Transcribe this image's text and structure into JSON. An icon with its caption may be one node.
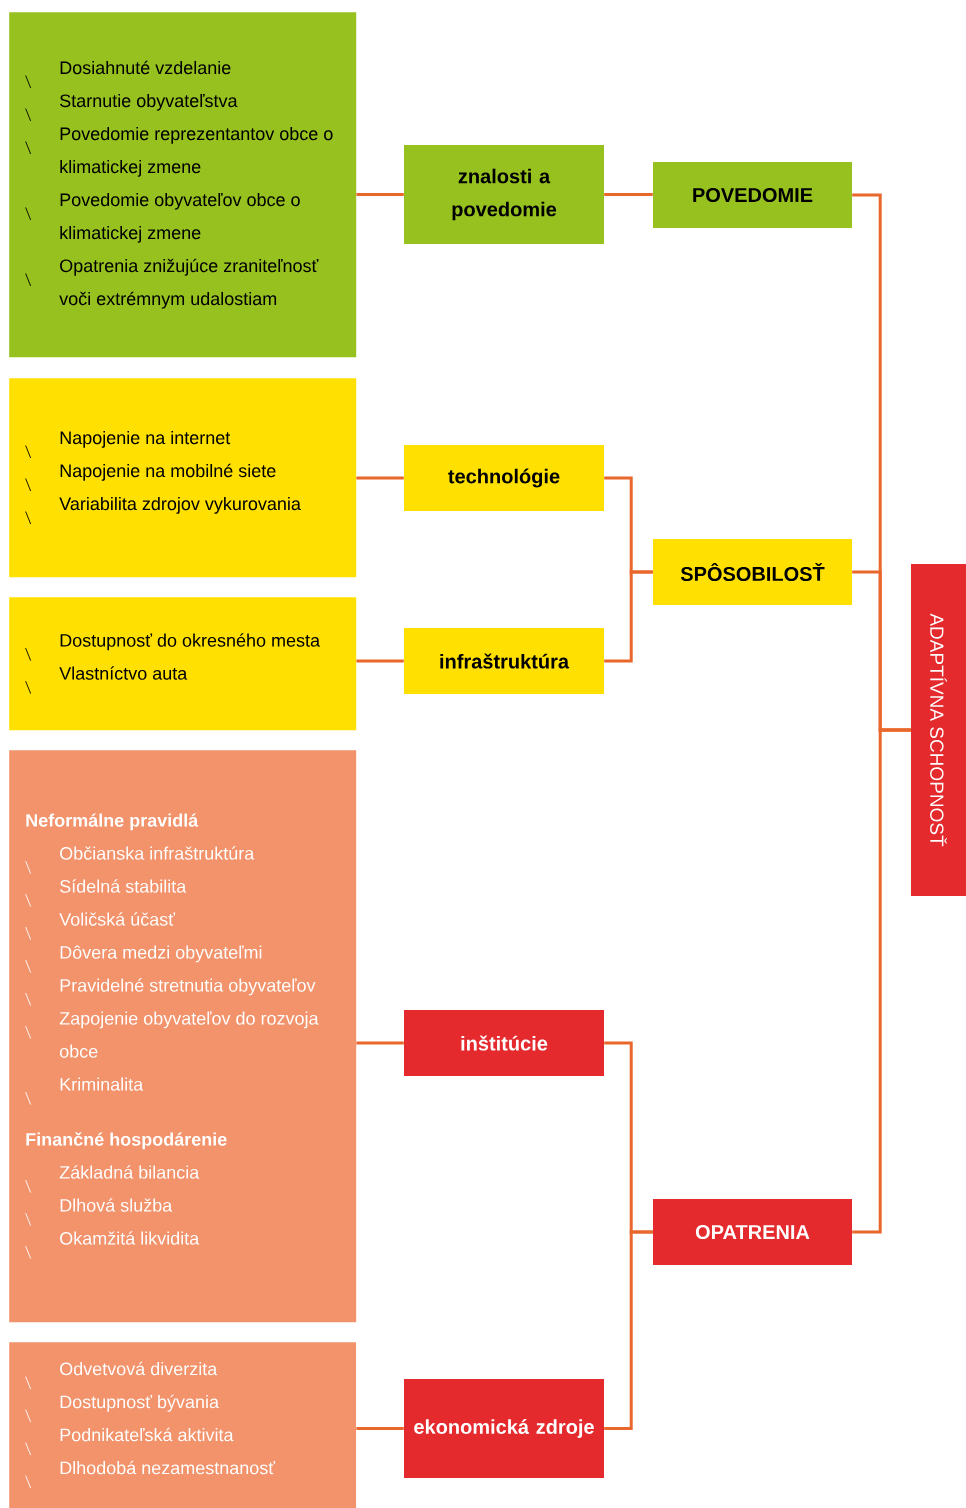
{
  "diagram": {
    "nodes": [
      {
        "text": [
          "Dosiahnuté vzdelanie",
          "Starnutie obyvateľstva",
          "Povedomie reprezentantov obce o klimatickej zmene",
          "Povedomie obyvateľov obce o klimatickej zmene",
          "Opatrenia znižujúce zraniteľnosť voči extrémnym udalostiam"
        ]
      },
      {
        "text": [
          "znalosti a povedomie"
        ]
      },
      {
        "text": [
          "POVEDOMIE"
        ]
      },
      {
        "text": [
          "Napojenie na internet",
          "Napojenie na mobilné siete",
          "Variabilita zdrojov vykurovania"
        ]
      },
      {
        "text": [
          "technológie"
        ]
      },
      {
        "text": [
          "Dostupnosť do okresného mesta",
          "Vlastníctvo auta"
        ]
      },
      {
        "text": [
          "infraštruktúra"
        ]
      },
      {
        "text": [
          "SPÔSOBILOSŤ"
        ]
      },
      {
        "text": [
          "Neformálne pravidlá",
          "Občianska infraštruktúra",
          "Sídelná stabilita",
          "Voličská účasť",
          "Dôvera medzi obyvateľmi",
          "Pravidelné stretnutia obyvateľov",
          "Zapojenie obyvateľov do rozvoja obce",
          "Kriminalita",
          "Finančné hospodárenie",
          "Základná bilancia",
          "Dlhová služba",
          "Okamžitá likvidita"
        ]
      },
      {
        "text": [
          "inštitúcie"
        ]
      },
      {
        "text": [
          "Odvetvová diverzita",
          "Dostupnosť bývania",
          "Podnikateľská aktivita",
          "Dlhodobá nezamestnanosť"
        ]
      },
      {
        "text": [
          "ekonomická zdroje"
        ]
      },
      {
        "text": [
          "OPATRENIA"
        ]
      },
      {
        "text": [
          "ADAPTÍVNA SCHOPNOSŤ"
        ]
      }
    ],
    "edges": [
      {
        "from": 0,
        "to": 1,
        "arrow": "none"
      },
      {
        "from": 1,
        "to": 2,
        "arrow": "none"
      },
      {
        "from": 3,
        "to": 4,
        "arrow": "none"
      },
      {
        "from": 5,
        "to": 6,
        "arrow": "none"
      },
      {
        "from": 4,
        "to": 7,
        "arrow": "none"
      },
      {
        "from": 6,
        "to": 7,
        "arrow": "none"
      },
      {
        "from": 8,
        "to": 9,
        "arrow": "none"
      },
      {
        "from": 10,
        "to": 11,
        "arrow": "none"
      },
      {
        "from": 9,
        "to": 12,
        "arrow": "none"
      },
      {
        "from": 11,
        "to": 12,
        "arrow": "none"
      },
      {
        "from": 2,
        "to": 13,
        "arrow": "none"
      },
      {
        "from": 7,
        "to": 13,
        "arrow": "none"
      },
      {
        "from": 12,
        "to": 13,
        "arrow": "none"
      }
    ]
  }
}
